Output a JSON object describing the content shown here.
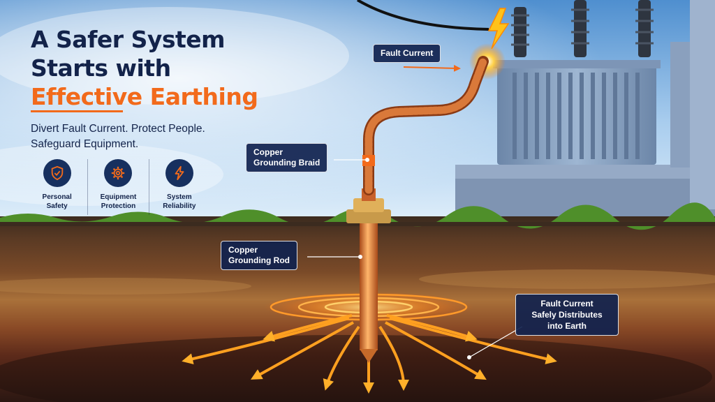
{
  "headline": {
    "line1": "A Safer System",
    "line2": "Starts with",
    "line3": "Effective Earthing"
  },
  "subtitle": {
    "line1": "Divert Fault Current. Protect People.",
    "line2": "Safeguard Equipment."
  },
  "benefits": [
    {
      "icon": "shield-check-icon",
      "line1": "Personal",
      "line2": "Safety"
    },
    {
      "icon": "gear-icon",
      "line1": "Equipment",
      "line2": "Protection"
    },
    {
      "icon": "lightning-icon",
      "line1": "System",
      "line2": "Reliability"
    }
  ],
  "callouts": {
    "fault_current": "Fault Current",
    "braid_line1": "Copper",
    "braid_line2": "Grounding Braid",
    "rod_line1": "Copper",
    "rod_line2": "Grounding Rod",
    "earth_line1": "Fault Current",
    "earth_line2": "Safely Distributes",
    "earth_line3": "into Earth"
  },
  "colors": {
    "navy": "#13234a",
    "accent_orange": "#f26a1b",
    "callout_bg": "#10224e",
    "copper": "#c8612a"
  }
}
